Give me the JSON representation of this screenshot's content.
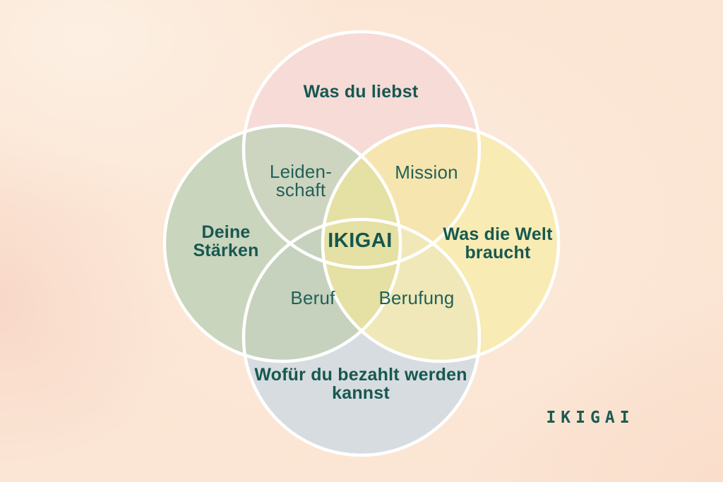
{
  "diagram": {
    "center_label": "IKIGAI",
    "logo": "IKIGAI",
    "stroke_color": "#ffffff",
    "text_color": "#175850",
    "center_fill": "#e5e0a3",
    "circles": [
      {
        "name": "love",
        "label_lines": [
          "Was du liebst"
        ],
        "fill": "#f6dbd7"
      },
      {
        "name": "strengths",
        "label_lines": [
          "Deine",
          "Stärken"
        ],
        "fill": "#c9d5bd"
      },
      {
        "name": "world",
        "label_lines": [
          "Was die Welt",
          "braucht"
        ],
        "fill": "#f8ebb3"
      },
      {
        "name": "paid",
        "label_lines": [
          "Wofür du bezahlt werden",
          "kannst"
        ],
        "fill": "#d7dce0"
      }
    ],
    "intersections": [
      {
        "name": "passion",
        "label_lines": [
          "Leiden-",
          "schaft"
        ],
        "fill": "#cdd5c0"
      },
      {
        "name": "mission",
        "label_lines": [
          "Mission"
        ],
        "fill": "#f6e5af"
      },
      {
        "name": "profession",
        "label_lines": [
          "Beruf"
        ],
        "fill": "#c6d2bd"
      },
      {
        "name": "vocation",
        "label_lines": [
          "Berufung"
        ],
        "fill": "#f0e8b8"
      }
    ]
  }
}
